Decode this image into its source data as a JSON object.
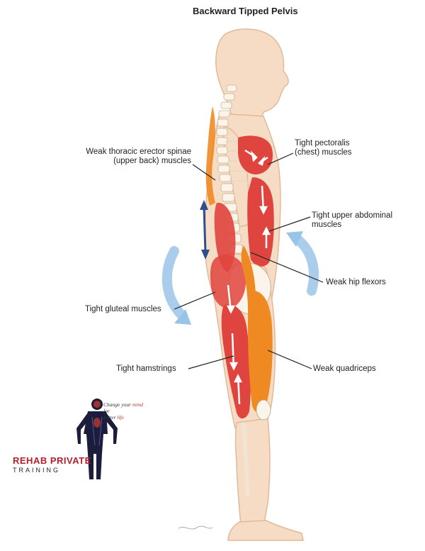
{
  "title": "Backward Tipped Pelvis",
  "labels": {
    "weak_thoracic_line1": "Weak thoracic erector spinae",
    "weak_thoracic_line2": "(upper back) muscles",
    "tight_pectoralis_line1": "Tight pectoralis",
    "tight_pectoralis_line2": "(chest) muscles",
    "tight_upper_abdominal_line1": "Tight upper abdominal",
    "tight_upper_abdominal_line2": "muscles",
    "weak_hip_flexors": "Weak hip flexors",
    "tight_gluteal": "Tight gluteal muscles",
    "tight_hamstrings": "Tight hamstrings",
    "weak_quadriceps": "Weak quadriceps"
  },
  "logo": {
    "tagline_line1_pre": "Change your ",
    "tagline_line1_accent": "mind",
    "tagline_line2": "for",
    "tagline_line3_pre": "better ",
    "tagline_line3_accent": "life",
    "brand_name": "REHAB PRIVATE",
    "brand_sub": "TRAINING"
  },
  "colors": {
    "skin": "#f6dcc4",
    "muscle_red": "#e0443e",
    "muscle_orange": "#ef8a22",
    "blue_arrow": "#9ac4e6",
    "dark_blue_arrow": "#2d4f8a",
    "brand_red": "#b3202c"
  }
}
